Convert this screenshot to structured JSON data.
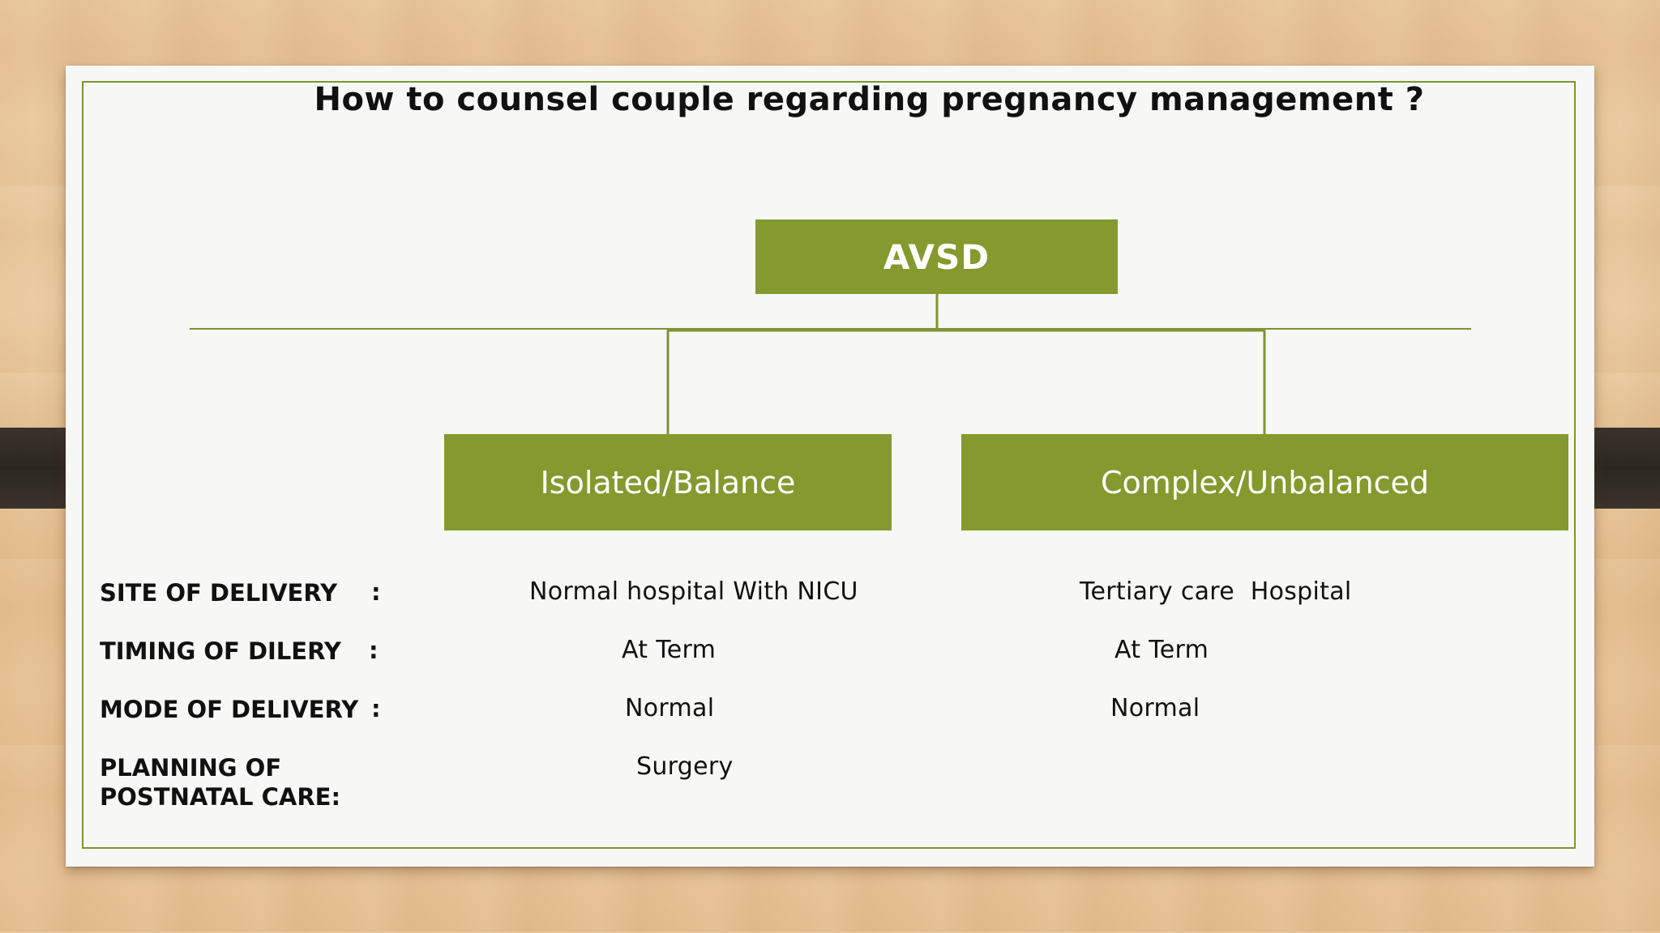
{
  "title": "How to counsel couple regarding pregnancy management ?",
  "diagram": {
    "root": "AVSD",
    "branches": [
      "Isolated/Balance",
      "Complex/Unbalanced"
    ]
  },
  "colors": {
    "box_fill": "#84992e",
    "frame": "#7d9433",
    "box_text": "#ffffff"
  },
  "rows": [
    {
      "label": "SITE OF DELIVERY",
      "colon": ":",
      "isolated": "Normal hospital With NICU",
      "complex": "Tertiary care  Hospital"
    },
    {
      "label": "TIMING OF DILERY",
      "colon": ":",
      "isolated": "At Term",
      "complex": "At Term"
    },
    {
      "label": "MODE OF DELIVERY",
      "colon": ":",
      "isolated": "Normal",
      "complex": "Normal"
    },
    {
      "label_line1": "PLANNING OF",
      "label_line2": "POSTNATAL CARE:",
      "isolated": "Surgery"
    }
  ]
}
